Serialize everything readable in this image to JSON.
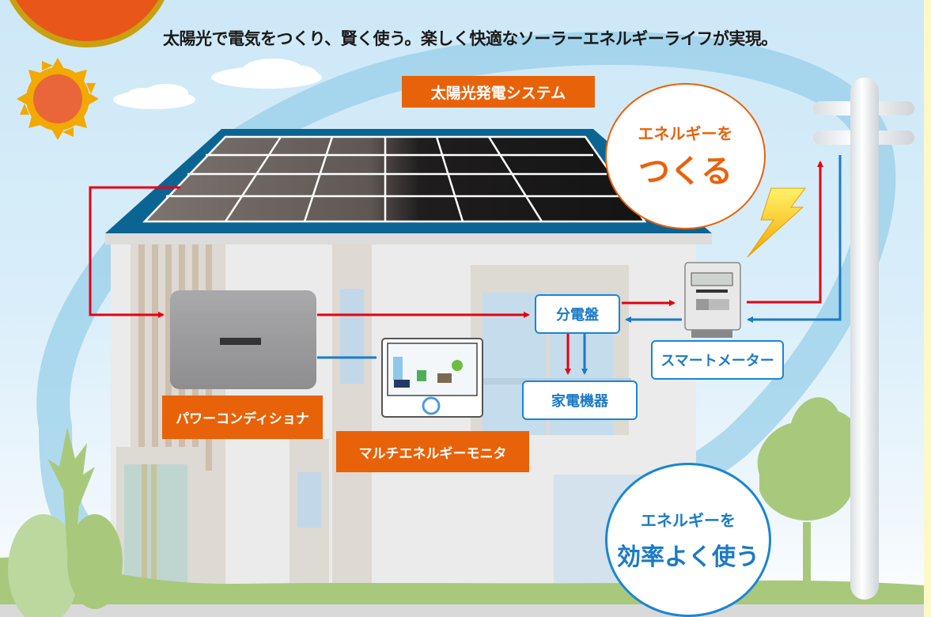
{
  "headline": "太陽光で電気をつくり、賢く使う。楽しく快適なソーラーエネルギーライフが実現。",
  "labels": {
    "solar_system": "太陽光発電システム",
    "power_conditioner": "パワーコンディショナ",
    "energy_monitor": "マルチエネルギーモニタ",
    "distribution_board": "分電盤",
    "smart_meter": "スマートメーター",
    "appliances": "家電機器"
  },
  "circles": {
    "create": {
      "line1": "エネルギーを",
      "line2": "つくる"
    },
    "use": {
      "line1": "エネルギーを",
      "line2": "効率よく使う"
    }
  },
  "colors": {
    "orange": "#e8620a",
    "blue": "#1b86d0",
    "red_arrow": "#e60012",
    "blue_arrow": "#1b7ac6",
    "roof": "#0a6593",
    "grass": "#a8c97c"
  },
  "icons": {
    "sun": "sun-icon",
    "lightning": "lightning-icon",
    "utility_pole": "utility-pole-icon",
    "solar_panel": "solar-panel-icon",
    "power_conditioner": "power-conditioner-icon",
    "monitor": "energy-monitor-icon",
    "smart_meter": "smart-meter-icon"
  }
}
